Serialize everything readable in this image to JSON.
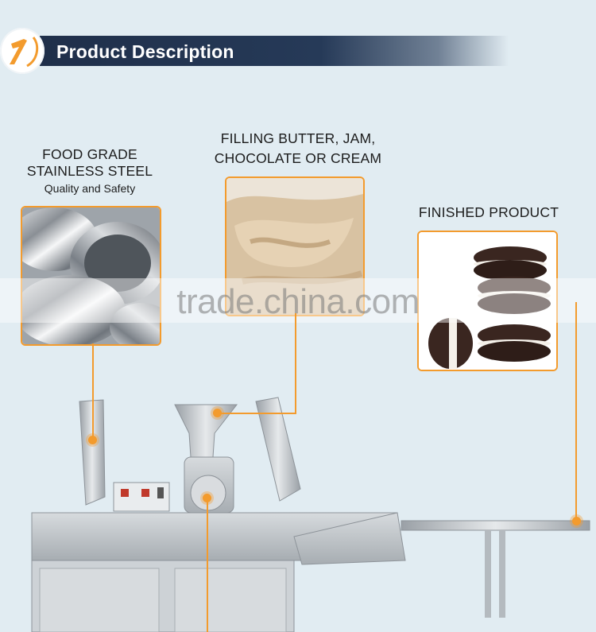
{
  "header": {
    "title": "Product Description",
    "badge_icon": "number-1-icon"
  },
  "features": {
    "steel": {
      "title_line1": "FOOD GRADE",
      "title_line2": "STAINLESS STEEL",
      "subtitle": "Quality and Safety",
      "image_icon": "stainless-steel-tubes-photo"
    },
    "filling": {
      "title_line1": "FILLING BUTTER, JAM,",
      "title_line2": "CHOCOLATE OR CREAM",
      "image_icon": "cream-filling-photo"
    },
    "finished": {
      "title": "FINISHED PRODUCT",
      "image_icon": "sandwich-biscuits-photo"
    }
  },
  "watermark": "trade.china.com",
  "machine": {
    "image_icon": "biscuit-sandwiching-machine-photo"
  },
  "colors": {
    "accent": "#f39b2d",
    "header_bar": "#263a58",
    "background": "#e1ecf2"
  }
}
